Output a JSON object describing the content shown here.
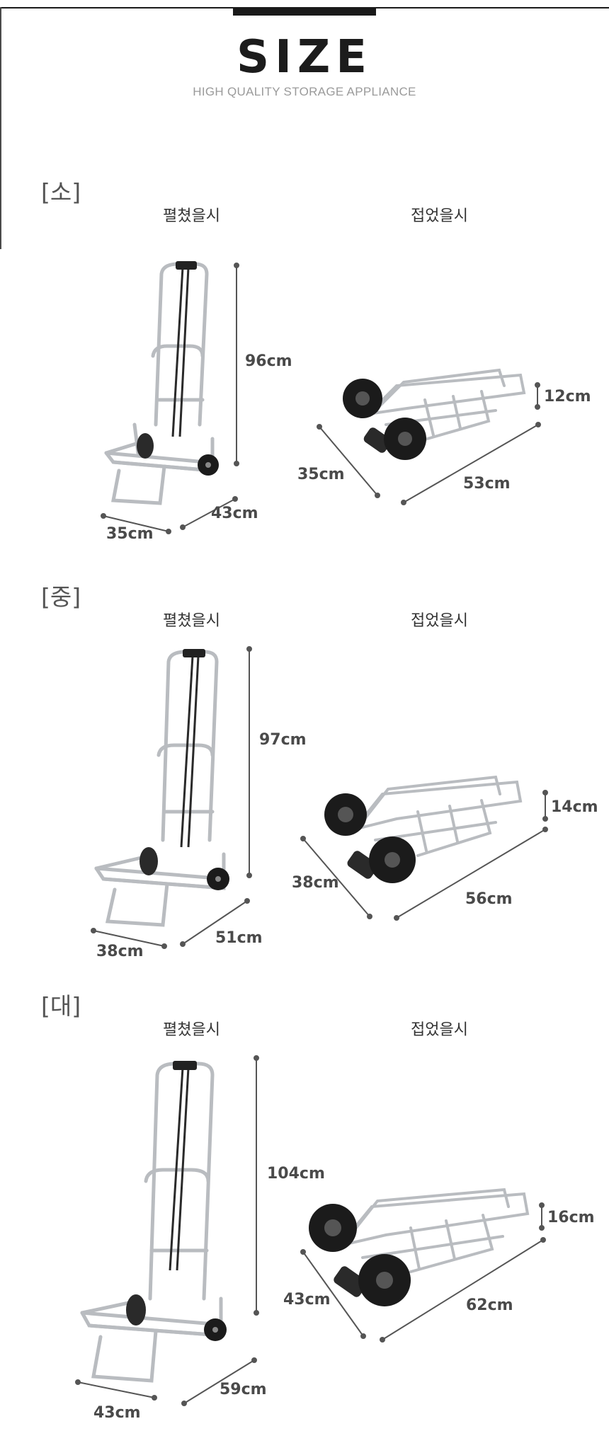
{
  "header": {
    "title": "SIZE",
    "subtitle": "HIGH QUALITY  STORAGE APPLIANCE"
  },
  "sections": [
    {
      "size_label": "[소]",
      "open_caption": "펼쳤을시",
      "folded_caption": "접었을시",
      "open": {
        "height": "96cm",
        "depth": "43cm",
        "width": "35cm"
      },
      "folded": {
        "height": "12cm",
        "length": "53cm",
        "width": "35cm"
      }
    },
    {
      "size_label": "[중]",
      "open_caption": "펼쳤을시",
      "folded_caption": "접었을시",
      "open": {
        "height": "97cm",
        "depth": "51cm",
        "width": "38cm"
      },
      "folded": {
        "height": "14cm",
        "length": "56cm",
        "width": "38cm"
      }
    },
    {
      "size_label": "[대]",
      "open_caption": "펼쳤을시",
      "folded_caption": "접었을시",
      "open": {
        "height": "104cm",
        "depth": "59cm",
        "width": "43cm"
      },
      "folded": {
        "height": "16cm",
        "length": "62cm",
        "width": "43cm"
      }
    }
  ],
  "colors": {
    "frame": "#b9bcc0",
    "wheel": "#1b1b1b",
    "dimension_line": "#555555"
  }
}
